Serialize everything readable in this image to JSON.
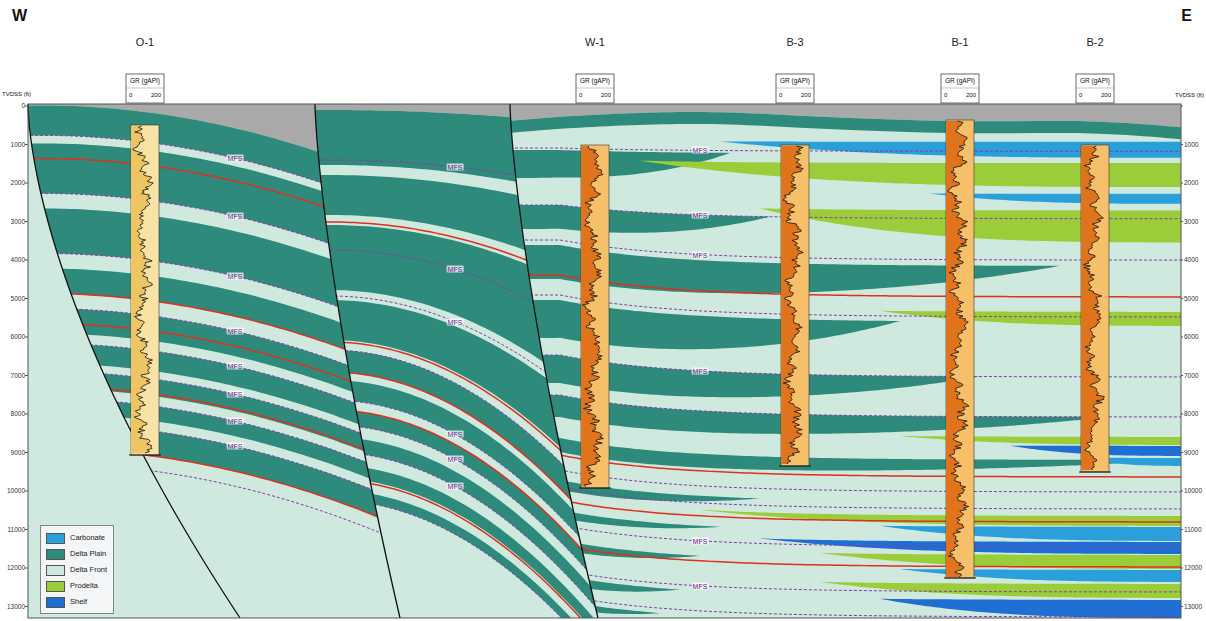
{
  "diagram": {
    "labels": [
      "W",
      "E",
      "O-1",
      "W-1",
      "B-3",
      "B-1",
      "B-2",
      "TVDSS (ft)",
      "TVDSS (ft)",
      "0",
      "1000",
      "2000",
      "3000",
      "4000",
      "5000",
      "6000",
      "7000",
      "8000",
      "9000",
      "10000",
      "11000",
      "12000",
      "13000",
      "1000",
      "2000",
      "3000",
      "4000",
      "5000",
      "6000",
      "7000",
      "8000",
      "9000",
      "10000",
      "11000",
      "12000",
      "13000",
      "GR (gAPI)",
      "0",
      "200",
      "GR (gAPI)",
      "0",
      "200",
      "GR (gAPI)",
      "0",
      "200",
      "GR (gAPI)",
      "0",
      "200",
      "GR (gAPI)",
      "0",
      "200",
      "MFS",
      "MFS",
      "MFS",
      "MFS",
      "MFS",
      "MFS",
      "MFS",
      "MFS",
      "MFS",
      "MFS",
      "MFS",
      "MFS",
      "MFS",
      "MFS",
      "MFS",
      "MFS",
      "MFS",
      "MFS",
      "MFS",
      "MFS"
    ],
    "legend": [
      {
        "text": "Carbonate",
        "color": "#2a9fd9"
      },
      {
        "text": "Delta Plain",
        "color": "#2e8b7b"
      },
      {
        "text": "Delta Front",
        "color": "#cfe9de"
      },
      {
        "text": "Prodelta",
        "color": "#9bcc3a"
      },
      {
        "text": "Shelf",
        "color": "#1f6ed4"
      }
    ]
  }
}
